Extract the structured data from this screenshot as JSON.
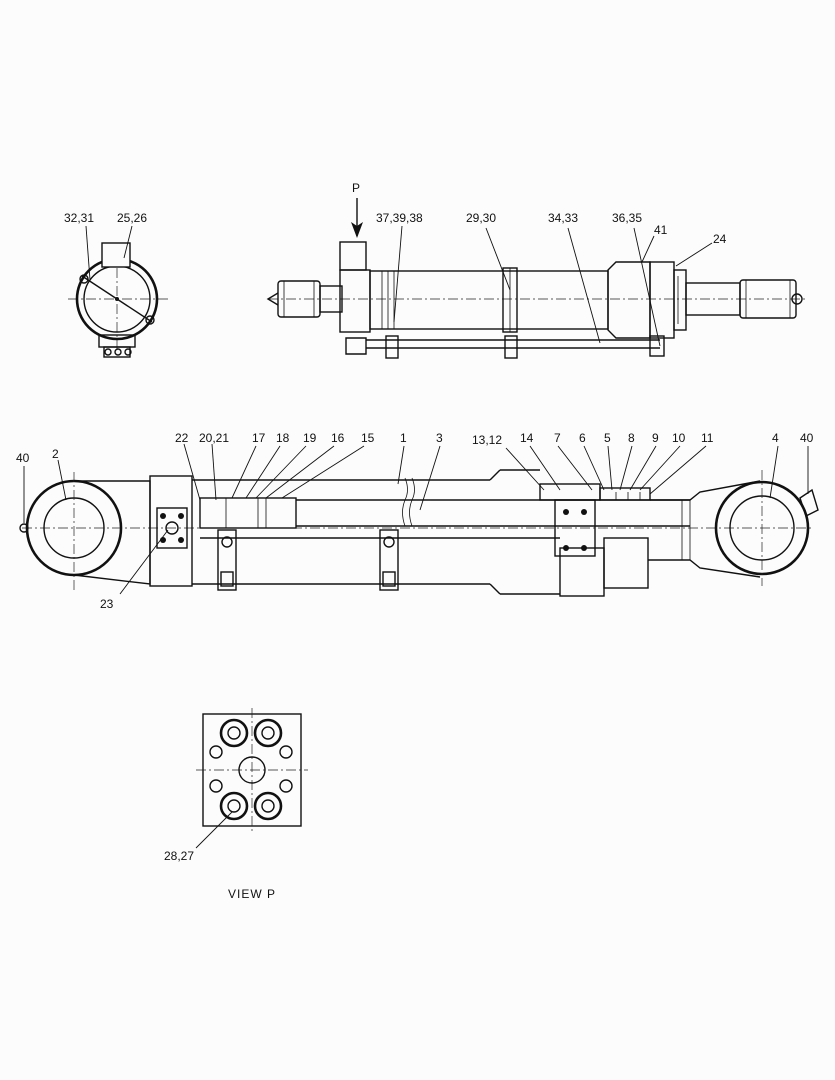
{
  "diagram": {
    "view_caption": "VIEW  P",
    "arrow_label": "P",
    "callouts": {
      "c3231": "32,31",
      "c2526": "25,26",
      "c373938": "37,39,38",
      "c2930": "29,30",
      "c3433": "34,33",
      "c3635": "36,35",
      "c41": "41",
      "c24": "24",
      "c40l": "40",
      "c2": "2",
      "c22": "22",
      "c2021": "20,21",
      "c17": "17",
      "c18": "18",
      "c19": "19",
      "c16": "16",
      "c15": "15",
      "c1": "1",
      "c3": "3",
      "c1312": "13,12",
      "c14": "14",
      "c7": "7",
      "c6": "6",
      "c5": "5",
      "c8": "8",
      "c9": "9",
      "c10": "10",
      "c11": "11",
      "c4": "4",
      "c40r": "40",
      "c23": "23",
      "c2827": "28,27"
    }
  }
}
